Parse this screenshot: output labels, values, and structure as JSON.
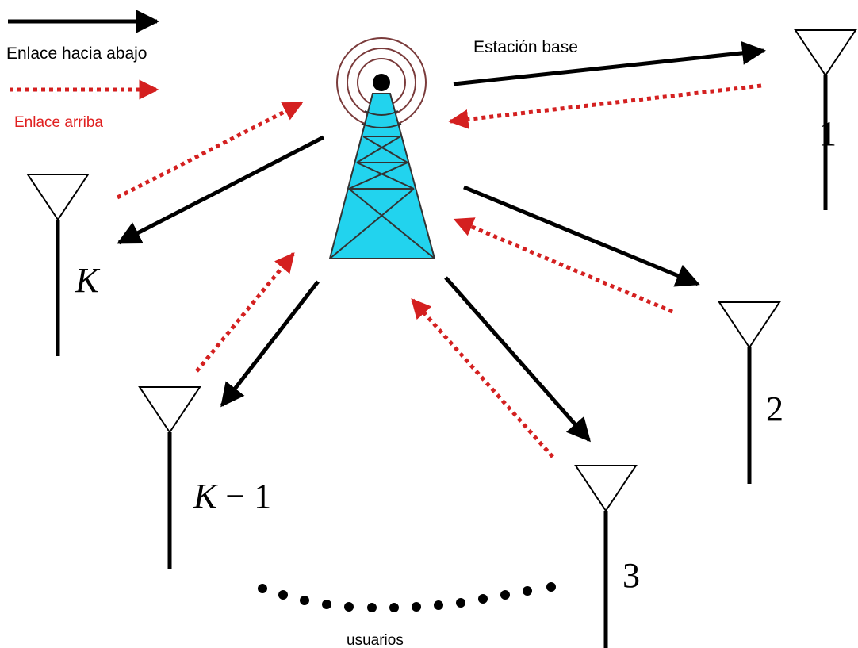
{
  "legend": {
    "downlink_label": "Enlace hacia abajo",
    "uplink_label": "Enlace arriba"
  },
  "base_station": {
    "label": "Estación base",
    "fill_color": "#22d3ee"
  },
  "users": {
    "label": "usuarios",
    "antennas": [
      {
        "id": "user-1",
        "label_plain": "1"
      },
      {
        "id": "user-2",
        "label_plain": "2"
      },
      {
        "id": "user-3",
        "label_plain": "3"
      },
      {
        "id": "user-k-minus-1",
        "label_italic": "K",
        "label_suffix": " − 1"
      },
      {
        "id": "user-k",
        "label_italic": "K"
      }
    ]
  },
  "colors": {
    "downlink": "#000000",
    "uplink": "#d42020",
    "uplink_text": "#e02020"
  }
}
